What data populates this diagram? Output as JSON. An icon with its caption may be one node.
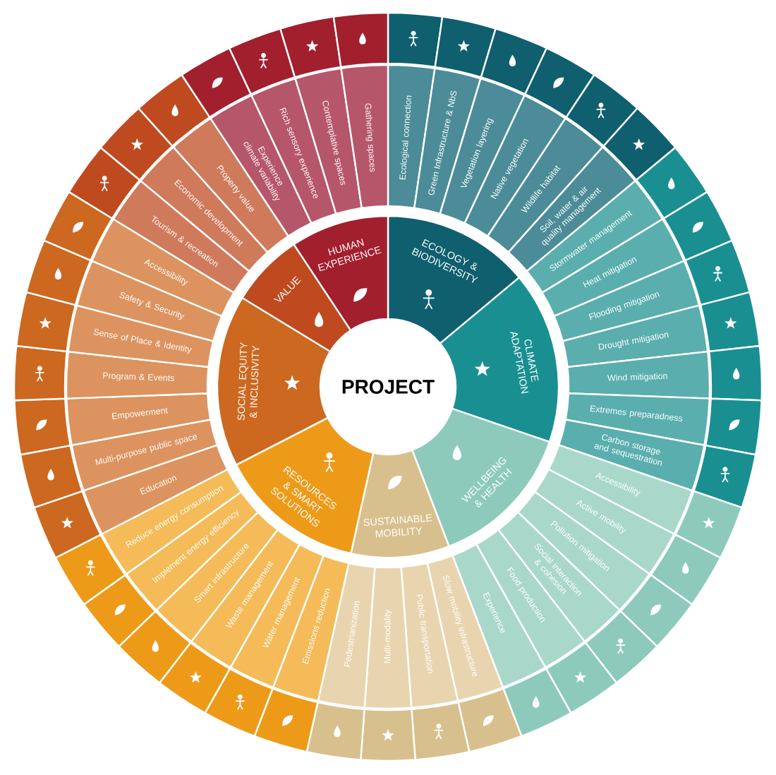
{
  "diagram": {
    "nodes": [
      {
        "text": [
          "PROJECT"
        ]
      },
      {
        "text": [
          "ECOLOGY & BIODIVERSITY"
        ]
      },
      {
        "text": [
          "CLIMATE ADAPTATION"
        ]
      },
      {
        "text": [
          "WELLBEING & HEALTH"
        ]
      },
      {
        "text": [
          "SUSTAINABLE MOBILITY"
        ]
      },
      {
        "text": [
          "RESOURCES & SMART SOLUTIONS"
        ]
      },
      {
        "text": [
          "SOCIAL EQUITY & INCLUSIVITY"
        ]
      },
      {
        "text": [
          "VALUE"
        ]
      },
      {
        "text": [
          "HUMAN EXPERIENCE"
        ]
      },
      {
        "text": [
          "Ecological connection"
        ]
      },
      {
        "text": [
          "Green Infrastructure & NbS"
        ]
      },
      {
        "text": [
          "Vegetation layering"
        ]
      },
      {
        "text": [
          "Native vegetation"
        ]
      },
      {
        "text": [
          "Wildlife habitat"
        ]
      },
      {
        "text": [
          "Soil, water & air quality management"
        ]
      },
      {
        "text": [
          "Stormwater management"
        ]
      },
      {
        "text": [
          "Heat mitigation"
        ]
      },
      {
        "text": [
          "Flooding mitigation"
        ]
      },
      {
        "text": [
          "Drought mitigation"
        ]
      },
      {
        "text": [
          "Wind mitigation"
        ]
      },
      {
        "text": [
          "Extremes preparadness"
        ]
      },
      {
        "text": [
          "Carbon storage and sequestration"
        ]
      },
      {
        "text": [
          "Accessibility"
        ]
      },
      {
        "text": [
          "Active mobility"
        ]
      },
      {
        "text": [
          "Pollution mitigation"
        ]
      },
      {
        "text": [
          "Social interaction & cohesion"
        ]
      },
      {
        "text": [
          "Food production"
        ]
      },
      {
        "text": [
          "Experience"
        ]
      },
      {
        "text": [
          "Slow mobility infrastructure"
        ]
      },
      {
        "text": [
          "Public transportation"
        ]
      },
      {
        "text": [
          "Multi-modality"
        ]
      },
      {
        "text": [
          "Pedestrianization"
        ]
      },
      {
        "text": [
          "Emissions reduction"
        ]
      },
      {
        "text": [
          "Water management"
        ]
      },
      {
        "text": [
          "Waste management"
        ]
      },
      {
        "text": [
          "Smart infrastructure"
        ]
      },
      {
        "text": [
          "Implement energy efficiency"
        ]
      },
      {
        "text": [
          "Reduce energy consumption"
        ]
      },
      {
        "text": [
          "Education"
        ]
      },
      {
        "text": [
          "Multi-purpose public space"
        ]
      },
      {
        "text": [
          "Empowerment"
        ]
      },
      {
        "text": [
          "Program & Events"
        ]
      },
      {
        "text": [
          "Sense of Place & Identity"
        ]
      },
      {
        "text": [
          "Safety & Security"
        ]
      },
      {
        "text": [
          "Accessibility"
        ]
      },
      {
        "text": [
          "Tourism & recreation"
        ]
      },
      {
        "text": [
          "Economic development"
        ]
      },
      {
        "text": [
          "Property value"
        ]
      },
      {
        "text": [
          "Experience climate variability"
        ]
      },
      {
        "text": [
          "Rich sensory experience"
        ]
      },
      {
        "text": [
          "Contemplative spaces"
        ]
      },
      {
        "text": [
          "Gathering spaces"
        ]
      }
    ]
  }
}
